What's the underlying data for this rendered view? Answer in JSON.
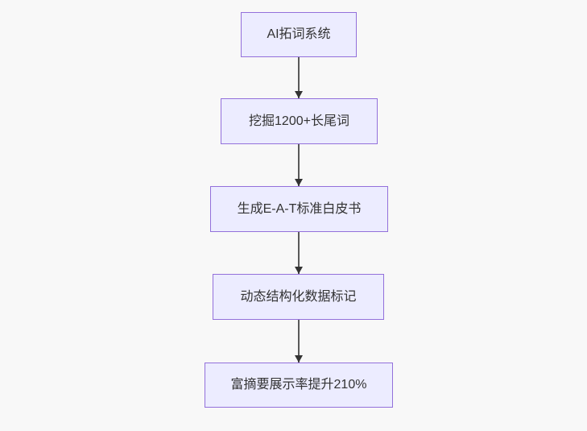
{
  "flowchart": {
    "type": "flowchart",
    "direction": "top-down",
    "nodes": [
      {
        "id": "node-1",
        "label": "AI拓词系统"
      },
      {
        "id": "node-2",
        "label": "挖掘1200+长尾词"
      },
      {
        "id": "node-3",
        "label": "生成E-A-T标准白皮书"
      },
      {
        "id": "node-4",
        "label": "动态结构化数据标记"
      },
      {
        "id": "node-5",
        "label": "富摘要展示率提升210%"
      }
    ],
    "edges": [
      {
        "from": "node-1",
        "to": "node-2",
        "style": "arrow-down"
      },
      {
        "from": "node-2",
        "to": "node-3",
        "style": "arrow-down"
      },
      {
        "from": "node-3",
        "to": "node-4",
        "style": "arrow-down"
      },
      {
        "from": "node-4",
        "to": "node-5",
        "style": "arrow-down"
      }
    ],
    "colors": {
      "background": "#f8f8f8",
      "node-fill": "#ececff",
      "node-border": "#9370db",
      "text": "#333333",
      "arrow-line": "#595959",
      "arrow-head": "#333333"
    }
  }
}
